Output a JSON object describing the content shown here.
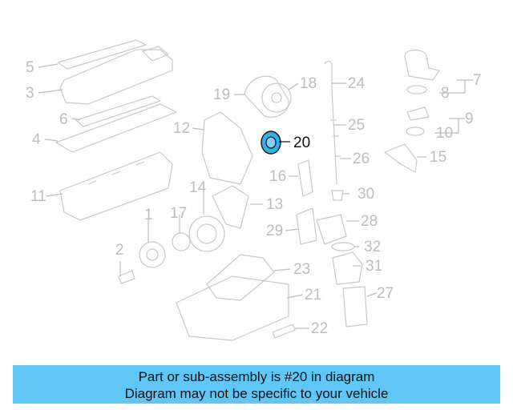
{
  "diagram": {
    "highlight_color": "#33b0e8",
    "highlighted_callout": "20",
    "callouts": [
      "1",
      "2",
      "3",
      "4",
      "5",
      "6",
      "7",
      "8",
      "9",
      "10",
      "11",
      "12",
      "13",
      "14",
      "15",
      "16",
      "17",
      "18",
      "19",
      "20",
      "21",
      "22",
      "23",
      "24",
      "25",
      "26",
      "27",
      "28",
      "29",
      "30",
      "31",
      "32"
    ]
  },
  "banner": {
    "line1": "Part or sub-assembly is #20 in diagram",
    "line2": "Diagram may not be specific to your vehicle",
    "background": "#5fc6f5"
  }
}
